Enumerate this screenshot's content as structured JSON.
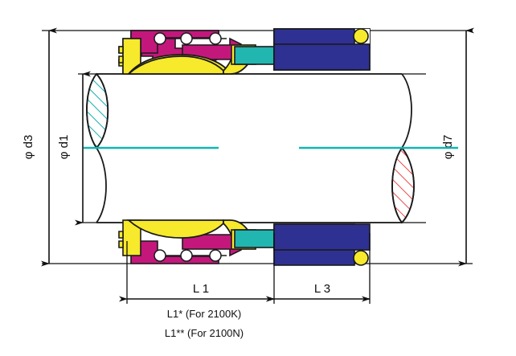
{
  "drawing": {
    "title": "Mechanical Seal Cross-Section Assembly Drawing",
    "type": "technical-cross-section",
    "dimensions": {
      "vertical": [
        {
          "id": "d3",
          "label": "φ d3",
          "position": "left-outer"
        },
        {
          "id": "d1",
          "label": "φ d1",
          "position": "left-inner"
        },
        {
          "id": "d7",
          "label": "φ d7",
          "position": "right-outer"
        }
      ],
      "horizontal": [
        {
          "id": "L1",
          "label": "L 1",
          "position": "bottom-left"
        },
        {
          "id": "L3",
          "label": "L 3",
          "position": "bottom-right"
        }
      ]
    },
    "notes": [
      {
        "id": "note-l1-star",
        "text": "L1* (For 2100K)"
      },
      {
        "id": "note-l1-double-star",
        "text": "L1** (For 2100N)"
      }
    ],
    "colors": {
      "outline": "#1a1a1a",
      "yellow": "#F7E92B",
      "magenta": "#C4177C",
      "teal": "#21B6B0",
      "navy": "#2E3192",
      "centerline": "#14B4B4",
      "hatch_teal": "#16AFB0",
      "hatch_red": "#E8292F",
      "background": "#FFFFFF"
    },
    "components": [
      {
        "id": "spring-retainer",
        "color": "#F7E92B",
        "name": "retainer-ring"
      },
      {
        "id": "bellows-housing",
        "color": "#C4177C",
        "name": "bellows-housing"
      },
      {
        "id": "bellows-spring",
        "color": "#F7E92B",
        "name": "bellows-spring"
      },
      {
        "id": "drive-collar",
        "color": "#21B6B0",
        "name": "drive-collar"
      },
      {
        "id": "shaft-sleeve",
        "color": "#2E3192",
        "name": "shaft-sleeve"
      },
      {
        "id": "o-ring",
        "color": "#F7E92B",
        "name": "o-ring"
      },
      {
        "id": "seal-face-upper",
        "color": "#16AFB0",
        "name": "rotating-face-hatched-teal"
      },
      {
        "id": "seal-face-lower",
        "color": "#E8292F",
        "name": "stationary-face-hatched-red"
      }
    ]
  }
}
